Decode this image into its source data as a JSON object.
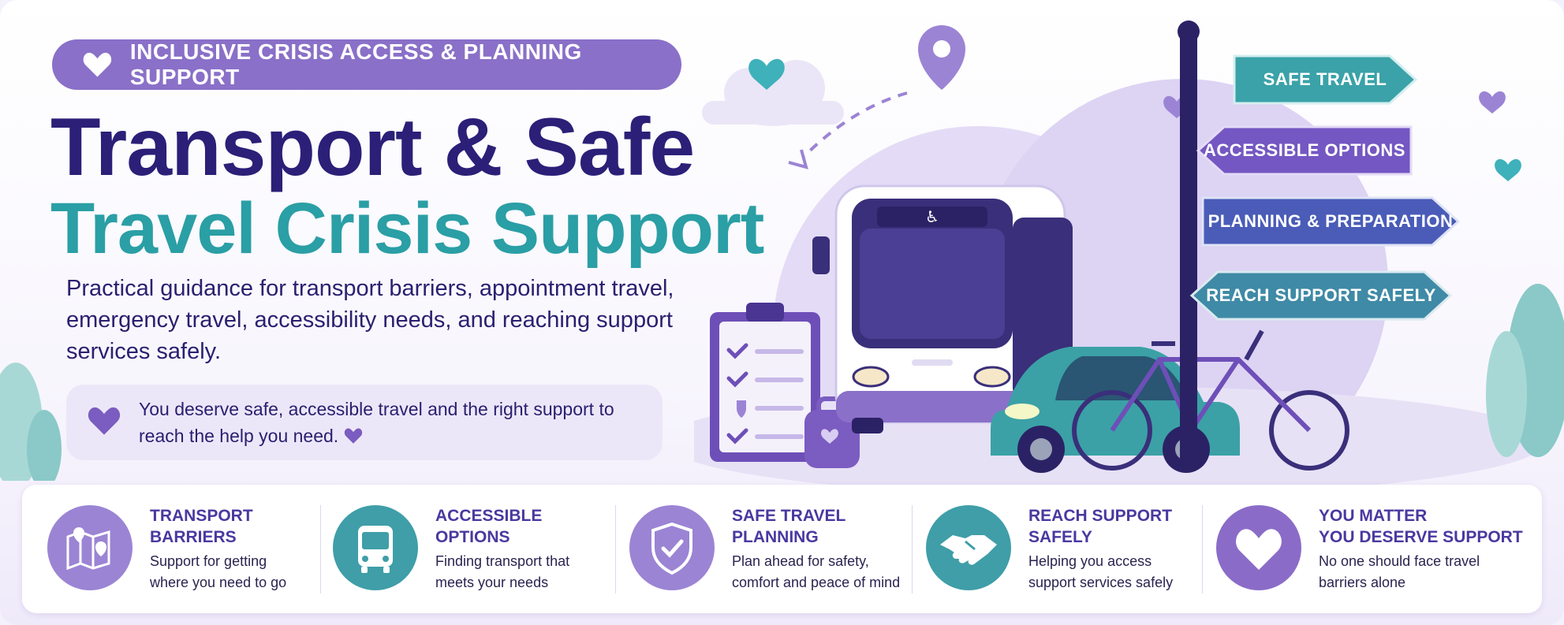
{
  "badge": {
    "text": "INCLUSIVE CRISIS ACCESS & PLANNING SUPPORT"
  },
  "title": {
    "line1": "Transport & Safe",
    "line2": "Travel Crisis Support"
  },
  "lead": {
    "text": "Practical guidance for transport barriers, appointment travel, emergency travel, accessibility needs, and reaching support services safely."
  },
  "quote": {
    "text": "You deserve safe, accessible travel and the right support to reach the help you need."
  },
  "signs": [
    {
      "label": "SAFE TRAVEL"
    },
    {
      "label": "ACCESSIBLE OPTIONS"
    },
    {
      "label": "PLANNING & PREPARATION"
    },
    {
      "label": "REACH SUPPORT SAFELY"
    }
  ],
  "cards": [
    {
      "title": "TRANSPORT\nBARRIERS",
      "desc": "Support for getting\nwhere you need to go",
      "icon": "map-pin-icon",
      "color": "#9b84d4"
    },
    {
      "title": "ACCESSIBLE\nOPTIONS",
      "desc": "Finding transport that\nmeets your needs",
      "icon": "bus-icon",
      "color": "#3f9ea8"
    },
    {
      "title": "SAFE TRAVEL\nPLANNING",
      "desc": "Plan ahead for safety,\ncomfort and peace of mind",
      "icon": "shield-check-icon",
      "color": "#9b84d4"
    },
    {
      "title": "REACH SUPPORT\nSAFELY",
      "desc": "Helping you access\nsupport services safely",
      "icon": "handshake-icon",
      "color": "#3f9ea8"
    },
    {
      "title": "YOU MATTER\nYOU DESERVE SUPPORT",
      "desc": "No one should face travel\nbarriers alone",
      "icon": "heart-icon",
      "color": "#8a6cc8"
    }
  ],
  "colors": {
    "navy": "#2b1f78",
    "teal": "#2a9fa5",
    "purple": "#8a70c8",
    "lavender": "#ece7f8"
  }
}
